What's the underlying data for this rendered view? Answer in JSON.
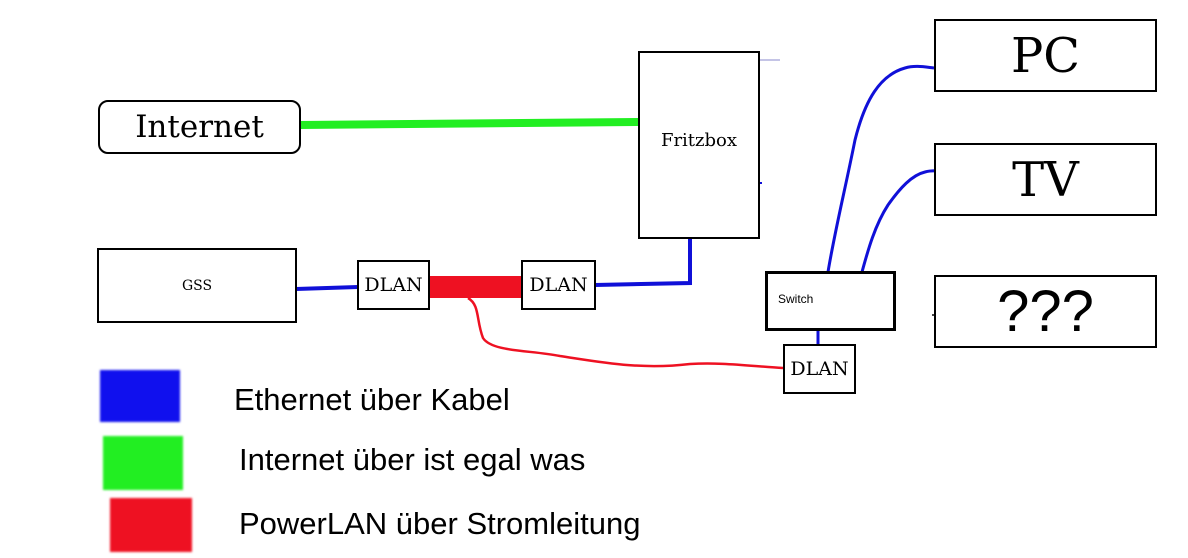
{
  "nodes": {
    "internet": "Internet",
    "fritzbox": "Fritzbox",
    "gss": "GSS",
    "dlan_left": "DLAN",
    "dlan_middle": "DLAN",
    "dlan_switch": "DLAN",
    "switch": "Switch",
    "pc": "PC",
    "tv": "TV",
    "unknown": "???"
  },
  "legend": [
    {
      "label": "Ethernet über Kabel",
      "color": "#1010ee"
    },
    {
      "label": "Internet über ist egal was",
      "color": "#22ee22"
    },
    {
      "label": "PowerLAN über Stromleitung",
      "color": "#ee1122"
    }
  ],
  "colors": {
    "ethernet": "#1010d8",
    "internet": "#22ee22",
    "powerlan": "#ee1122"
  }
}
